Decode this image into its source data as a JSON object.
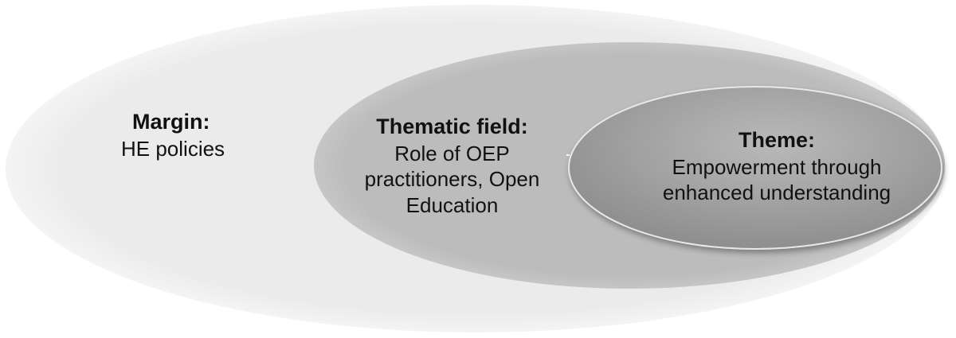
{
  "diagram": {
    "colors": {
      "outer_fill": "#ebebeb",
      "outer_edge": "#f4f4f4",
      "middle_fill": "#bcbcbc",
      "middle_edge": "#c6c6c6",
      "inner_fill_light": "#b9b9b9",
      "inner_fill_dark": "#8e8e8e",
      "inner_stroke": "#e8e8e8",
      "text": "#111111"
    },
    "margin": {
      "heading": "Margin:",
      "body": "HE policies"
    },
    "thematic_field": {
      "heading": "Thematic field:",
      "body": "Role of OEP\npractitioners, Open\nEducation"
    },
    "theme": {
      "heading": "Theme:",
      "body": "Empowerment through\nenhanced understanding"
    }
  }
}
